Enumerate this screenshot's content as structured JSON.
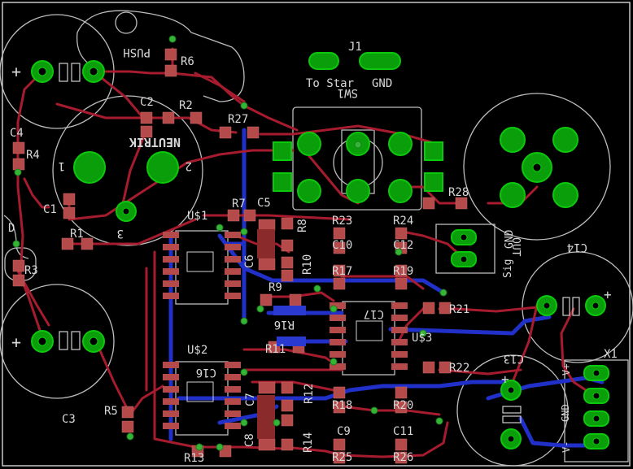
{
  "board": {
    "background": "#000000"
  },
  "colors": {
    "outline": "#c8c8c8",
    "silk": "#d8d8d8",
    "top_copper": "#a6192e",
    "bottom_copper": "#2222cc",
    "pad_fill": "#0aa00a",
    "pad_outer": "#0bd00b",
    "smd": "#b04b4b",
    "via": "#35b535"
  },
  "labels": {
    "j1": "J1",
    "j1_to_star": "To Star",
    "j1_gnd": "GND",
    "sw1": "SW1",
    "push": "PUSH",
    "neutrik": "NEUTRIK",
    "pin1": "1",
    "pin2": "2",
    "pin3": "3",
    "r1": "R1",
    "r2": "R2",
    "r3": "R3",
    "r4": "R4",
    "r5": "R5",
    "r6": "R6",
    "r7": "R7",
    "r8": "R8",
    "r9": "R9",
    "r10": "R10",
    "r11": "R11",
    "r12": "R12",
    "r13": "R13",
    "r14": "R14",
    "r16": "R16",
    "r17": "R17",
    "r18": "R18",
    "r19": "R19",
    "r20": "R20",
    "r21": "R21",
    "r22": "R22",
    "r23": "R23",
    "r24": "R24",
    "r25": "R25",
    "r26": "R26",
    "r27": "R27",
    "r28": "R28",
    "c1": "C1",
    "c2": "C2",
    "c3": "C3",
    "c4": "C4",
    "c5": "C5",
    "c6": "C6",
    "c7": "C7",
    "c8": "C8",
    "c9": "C9",
    "c10": "C10",
    "c11": "C11",
    "c12": "C12",
    "c13": "C13",
    "c14": "C14",
    "c16": "C16",
    "c17": "C17",
    "u1": "U$1",
    "u2": "U$2",
    "u3": "U$3",
    "x1": "X1",
    "x1_v_plus": "V+",
    "x1_gnd": "GND",
    "x1_v_minus": "V-",
    "out_sig": "Sig",
    "out_gnd": "GND",
    "out": "OUT",
    "plus": "+",
    "d": "D"
  }
}
